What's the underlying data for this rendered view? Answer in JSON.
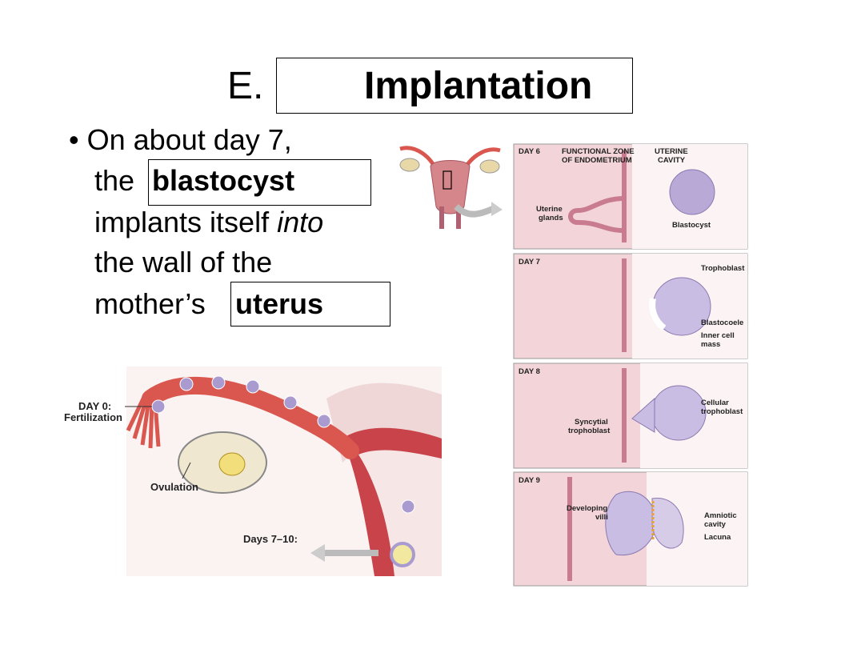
{
  "slide": {
    "title_prefix": "E.",
    "title_fill": "Implantation",
    "bullet": {
      "marker": "•",
      "line1": "On about day 7,",
      "line2_pre": "the",
      "fill1": "blastocyst",
      "line3_a": "implants itself ",
      "line3_b": "into",
      "line4": "the wall of the",
      "line5_pre": "mother’s",
      "fill2": "uterus"
    }
  },
  "left_diagram": {
    "day0": "DAY 0:",
    "fertilization": "Fertilization",
    "ovulation": "Ovulation",
    "days": "Days 7–10:"
  },
  "right_diagram": {
    "day6": "DAY 6",
    "functional_zone_1": "FUNCTIONAL ZONE",
    "functional_zone_2": "OF ENDOMETRIUM",
    "uterine_cavity_1": "UTERINE",
    "uterine_cavity_2": "CAVITY",
    "uterine_glands_1": "Uterine",
    "uterine_glands_2": "glands",
    "blastocyst": "Blastocyst",
    "day7": "DAY 7",
    "trophoblast": "Trophoblast",
    "blastocoele": "Blastocoele",
    "inner_cell_1": "Inner cell",
    "inner_cell_2": "mass",
    "day8": "DAY 8",
    "syncytial_1": "Syncytial",
    "syncytial_2": "trophoblast",
    "cellular_1": "Cellular",
    "cellular_2": "trophoblast",
    "day9": "DAY 9",
    "villi_1": "Developing",
    "villi_2": "villi",
    "amniotic_1": "Amniotic",
    "amniotic_2": "cavity",
    "lacuna": "Lacuna"
  },
  "colors": {
    "tissue": "#f3d5d9",
    "gland": "#c97b8f",
    "tube": "#d9574e",
    "blastocyst": "#b9a9d6"
  }
}
